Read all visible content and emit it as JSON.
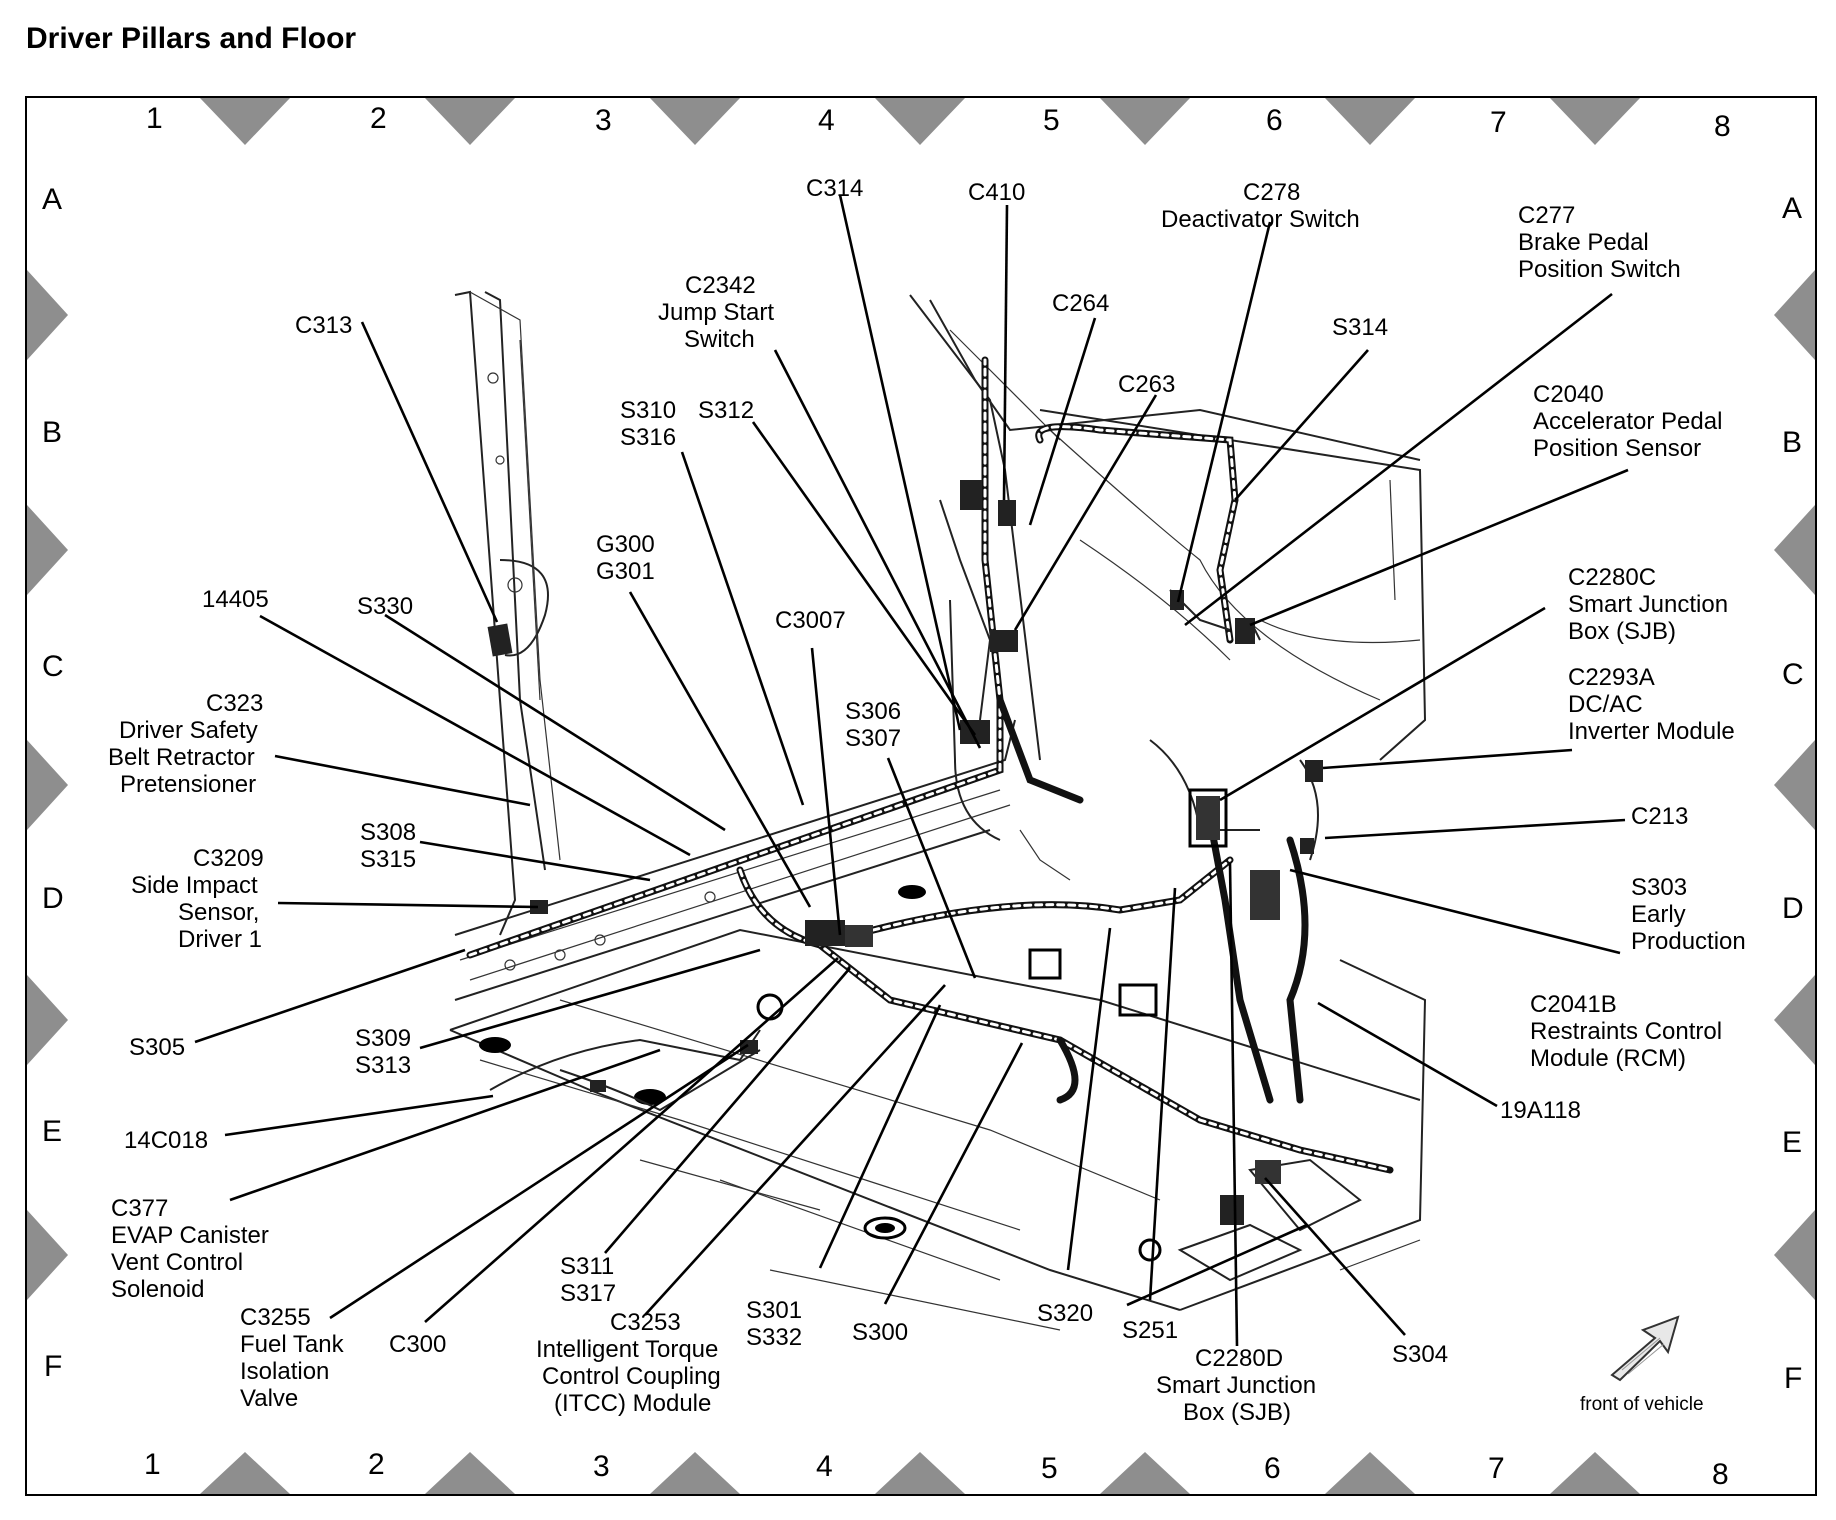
{
  "title": "Driver Pillars and Floor",
  "grid": {
    "columns": [
      "1",
      "2",
      "3",
      "4",
      "5",
      "6",
      "7",
      "8"
    ],
    "rows": [
      "A",
      "B",
      "C",
      "D",
      "E",
      "F"
    ]
  },
  "components": {
    "c314": "C314",
    "c410": "C410",
    "c278": [
      "C278",
      "Deactivator Switch"
    ],
    "c277": [
      "C277",
      "Brake Pedal",
      "Position Switch"
    ],
    "c2342": [
      "C2342",
      "Jump Start",
      "Switch"
    ],
    "c264": "C264",
    "c313": "C313",
    "s314": "S314",
    "c263": "C263",
    "c2040": [
      "C2040",
      "Accelerator Pedal",
      "Position Sensor"
    ],
    "s310_s316": [
      "S310",
      "S316"
    ],
    "s312": "S312",
    "g300_g301": [
      "G300",
      "G301"
    ],
    "c2280c": [
      "C2280C",
      "Smart Junction",
      "Box (SJB)"
    ],
    "n14405": "14405",
    "s330": "S330",
    "c3007": "C3007",
    "c2293a": [
      "C2293A",
      "DC/AC",
      "Inverter Module"
    ],
    "c323": [
      "C323",
      "Driver Safety",
      "Belt Retractor",
      "Pretensioner"
    ],
    "s306_s307": [
      "S306",
      "S307"
    ],
    "c213": "C213",
    "s308_s315": [
      "S308",
      "S315"
    ],
    "c3209": [
      "C3209",
      "Side Impact",
      "Sensor,",
      "Driver 1"
    ],
    "s303": [
      "S303",
      "Early",
      "Production"
    ],
    "c2041b": [
      "C2041B",
      "Restraints Control",
      "Module (RCM)"
    ],
    "s305": "S305",
    "s309_s313": [
      "S309",
      "S313"
    ],
    "n19a118": "19A118",
    "n14c018": "14C018",
    "c377": [
      "C377",
      "EVAP Canister",
      "Vent Control",
      "Solenoid"
    ],
    "s311_s317": [
      "S311",
      "S317"
    ],
    "c3255": [
      "C3255",
      "Fuel Tank",
      "Isolation",
      "Valve"
    ],
    "c300": "C300",
    "c3253": [
      "C3253",
      "Intelligent Torque",
      "Control Coupling",
      "(ITCC) Module"
    ],
    "s301_s332": [
      "S301",
      "S332"
    ],
    "s300": "S300",
    "s320": "S320",
    "s251": "S251",
    "c2280d": [
      "C2280D",
      "Smart Junction",
      "Box (SJB)"
    ],
    "s304": "S304"
  },
  "front_of_vehicle": "front of vehicle",
  "colors": {
    "frame": "#000000",
    "triangle": "#8e8e8e",
    "background": "#ffffff"
  },
  "icons": {
    "front_arrow": "arrow-up-right-icon"
  }
}
